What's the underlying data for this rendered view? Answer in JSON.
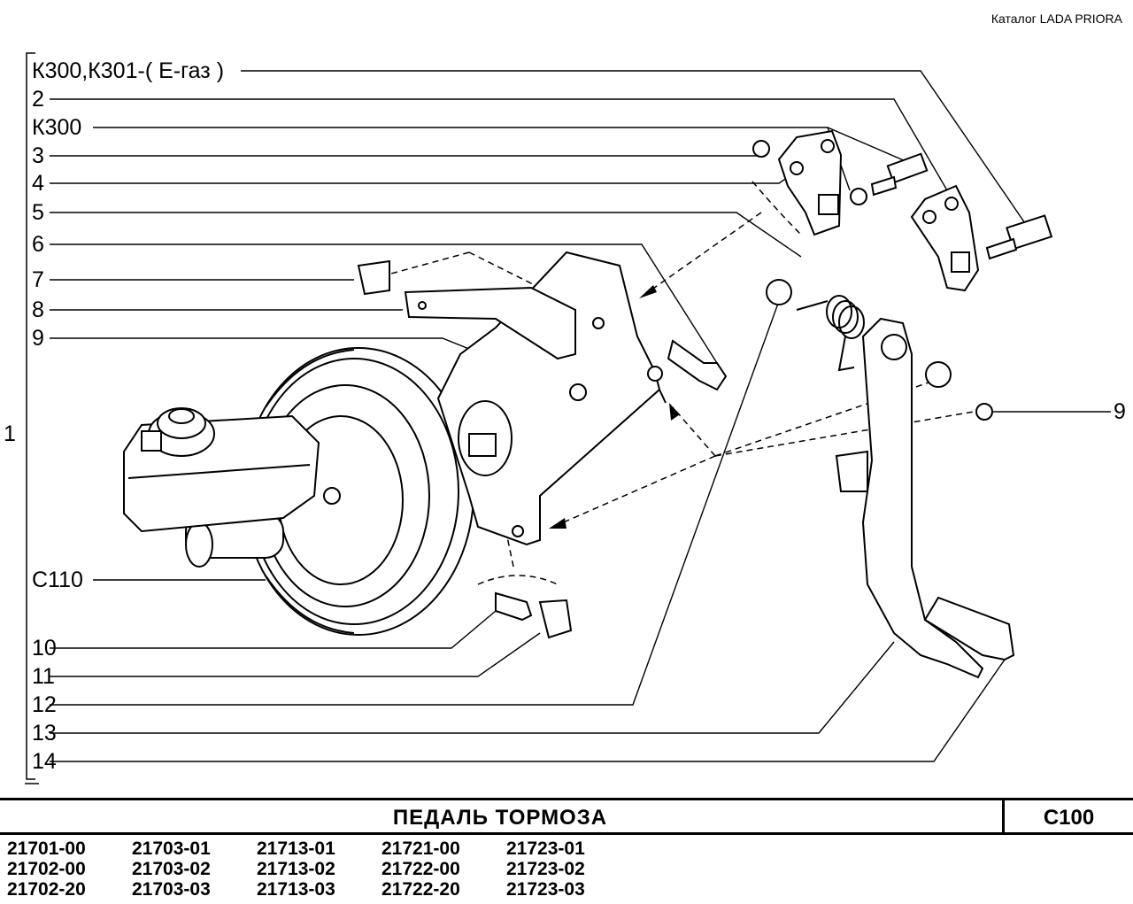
{
  "header": {
    "catalog": "Каталог  LADA  PRIORA"
  },
  "callouts": {
    "k300_k301": "К300,К301-( Е-газ )",
    "n2": "2",
    "k300": "К300",
    "n3": "3",
    "n4": "4",
    "n5": "5",
    "n6": "6",
    "n7": "7",
    "n8": "8",
    "n9": "9",
    "c110": "С110",
    "n10": "10",
    "n11": "11",
    "n12": "12",
    "n13": "13",
    "n14": "14",
    "n9_right": "9",
    "n1": "1"
  },
  "footer": {
    "title": "ПЕДАЛЬ  ТОРМОЗА",
    "code": "С100",
    "models": [
      [
        "21701-00",
        "21703-01",
        "21713-01",
        "21721-00",
        "21723-01"
      ],
      [
        "21702-00",
        "21703-02",
        "21713-02",
        "21722-00",
        "21723-02"
      ],
      [
        "21702-20",
        "21703-03",
        "21713-03",
        "21722-20",
        "21723-03"
      ]
    ]
  }
}
